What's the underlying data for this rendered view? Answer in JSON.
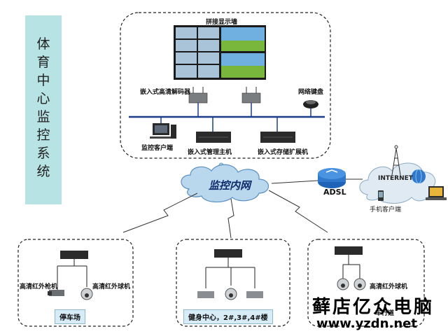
{
  "title": "体育中心监控系统",
  "top_cluster": {
    "video_wall_label": "拼接显示墙",
    "decoder_label": "嵌入式高清解码器",
    "keyboard_label": "网络键盘",
    "client_label": "监控客户端",
    "management_host_label": "嵌入式管理主机",
    "storage_label": "嵌入式存储扩展机"
  },
  "network": {
    "cloud_label": "监控内网",
    "router_label": "ADSL",
    "internet_label": "INTERNET",
    "mobile_client_label": "手机客户端"
  },
  "sites": [
    {
      "name": "停车场",
      "left_camera": "高清红外枪机",
      "right_camera": "高清红外球机"
    },
    {
      "name": "健身中心，2#,3#,4#楼"
    },
    {
      "name": "车行道",
      "right_camera": "高清红外球机"
    }
  ],
  "watermark": {
    "brand": "藓店亿众电脑",
    "url": "www.yzdn.net"
  },
  "colors": {
    "title_panel": "#b8e3e4",
    "bus": "#1a3d8a",
    "cloud": "#b9d8ee",
    "router": "#1f63b8"
  }
}
